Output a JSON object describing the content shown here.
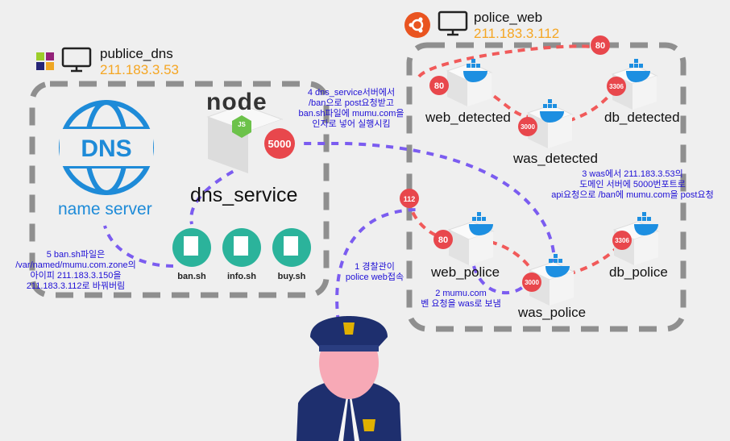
{
  "hosts": {
    "dns": {
      "title": "publice_dns",
      "ip": "211.183.3.53"
    },
    "web": {
      "title": "police_web",
      "ip": "211.183.3.112"
    }
  },
  "dns_box": {
    "name_server_label": "name server",
    "dns_logo_text": "DNS",
    "node_label": "node",
    "node_js": "JS"
  },
  "services": {
    "dns_service": {
      "label": "dns_service",
      "port": "5000"
    },
    "web_detected": {
      "label": "web_detected",
      "port": "80"
    },
    "was_detected": {
      "label": "was_detected",
      "port": "3000"
    },
    "db_detected": {
      "label": "db_detected",
      "port": "3306"
    },
    "web_police": {
      "label": "web_police",
      "port": "80"
    },
    "was_police": {
      "label": "was_police",
      "port": "3000"
    },
    "db_police": {
      "label": "db_police",
      "port": "3306"
    }
  },
  "ports": {
    "external_80": "80",
    "external_112": "112"
  },
  "scripts": [
    "ban.sh",
    "info.sh",
    "buy.sh"
  ],
  "notes": {
    "step1": [
      "1 경찰관이",
      "police web접속"
    ],
    "step2": [
      "2 mumu.com",
      "벤 요청을 was로 보냄"
    ],
    "step3": [
      "3 was에서 211.183.3.53의",
      "도메인 서버에 5000번포트로",
      "api요청으로 /ban에 mumu.com을 post요청"
    ],
    "step4": [
      "4 dns_service서버에서",
      "/ban으로 post요청받고",
      "ban.sh파일에 mumu.com을",
      "인자로 넣어 실행시킴"
    ],
    "step5": [
      "5 ban.sh파일은",
      "/var/named/mumu.com.zone의",
      "아이피 211.183.3.150을",
      "211.183.3.112로 바꿔버림"
    ]
  },
  "colors": {
    "ip": "#f5a623",
    "port_badge": "#e8474c",
    "red_link": "#f15a5a",
    "purple_link": "#7b5cf0",
    "docker": "#1d8fe1",
    "note_text": "#1f10d6",
    "script_circle": "#2bb39b"
  },
  "icons": [
    "centos-icon",
    "monitor-icon",
    "ubuntu-icon",
    "dns-globe-icon",
    "nodejs-icon",
    "docker-icon",
    "script-file-icon",
    "police-officer-icon"
  ]
}
